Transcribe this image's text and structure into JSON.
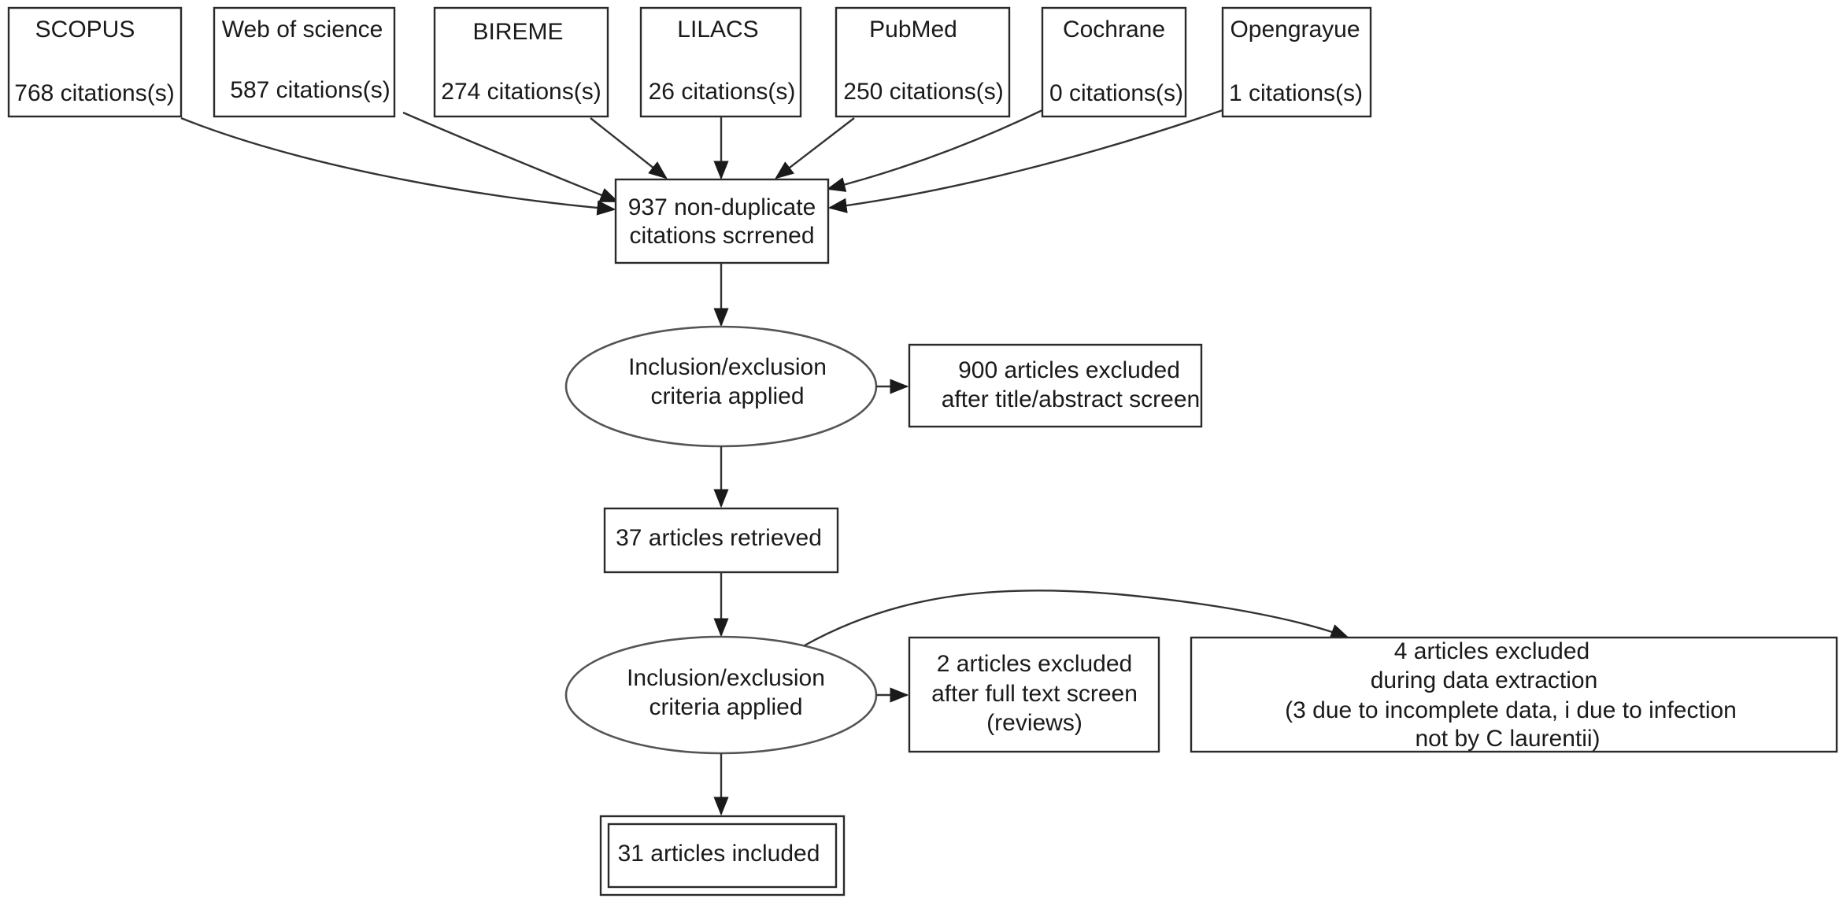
{
  "sources": [
    {
      "name": "SCOPUS",
      "count": "768 citations(s)"
    },
    {
      "name": "Web of science",
      "count": "587 citations(s)"
    },
    {
      "name": "BIREME",
      "count": "274 citations(s)"
    },
    {
      "name": "LILACS",
      "count": "26 citations(s)"
    },
    {
      "name": "PubMed",
      "count": "250 citations(s)"
    },
    {
      "name": "Cochrane",
      "count": "0 citations(s)"
    },
    {
      "name": "Opengrayue",
      "count": "1 citations(s)"
    }
  ],
  "screened": {
    "line1": "937 non-duplicate",
    "line2": "citations scrrened"
  },
  "criteria_1": {
    "line1": "Inclusion/exclusion",
    "line2": "criteria applied"
  },
  "excluded_title": {
    "line1": "900 articles excluded",
    "line2": "after title/abstract screen"
  },
  "retrieved": {
    "line1": "37 articles retrieved"
  },
  "criteria_2": {
    "line1": "Inclusion/exclusion",
    "line2": "criteria applied"
  },
  "excluded_fulltext": {
    "line1": "2 articles excluded",
    "line2": "after full text screen",
    "line3": "(reviews)"
  },
  "excluded_extraction": {
    "line1": "4 articles excluded",
    "line2": "during data extraction",
    "line3": "(3 due to incomplete data, i due to  infection",
    "line4": "not by C laurentii)"
  },
  "included": {
    "line1": "31 articles included"
  }
}
